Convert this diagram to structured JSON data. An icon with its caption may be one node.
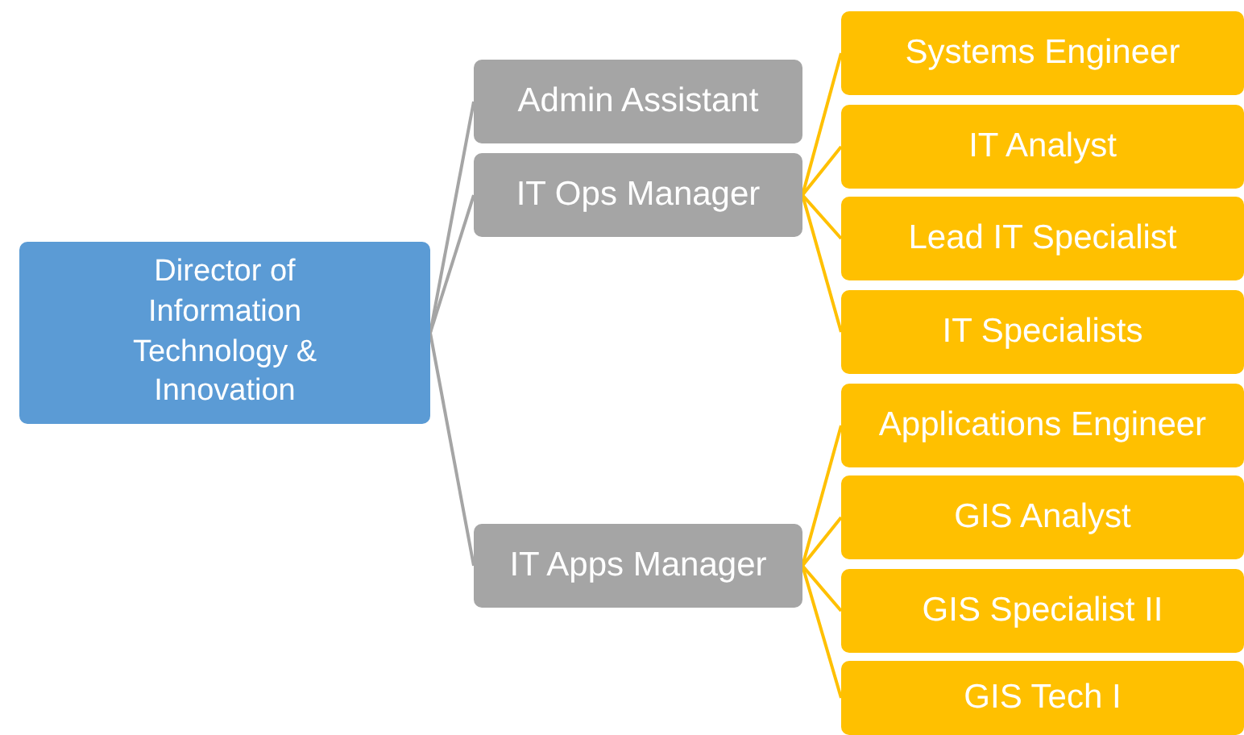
{
  "diagram": {
    "nodes": [
      {
        "text": [
          "Director of Information Technology & Innovation"
        ]
      },
      {
        "text": [
          "Admin Assistant"
        ]
      },
      {
        "text": [
          "IT Ops Manager"
        ]
      },
      {
        "text": [
          "IT Apps Manager"
        ]
      },
      {
        "text": [
          "Systems Engineer"
        ]
      },
      {
        "text": [
          "IT Analyst"
        ]
      },
      {
        "text": [
          "Lead IT Specialist"
        ]
      },
      {
        "text": [
          "IT Specialists"
        ]
      },
      {
        "text": [
          "Applications Engineer"
        ]
      },
      {
        "text": [
          "GIS Analyst"
        ]
      },
      {
        "text": [
          "GIS Specialist II"
        ]
      },
      {
        "text": [
          "GIS Tech I"
        ]
      }
    ],
    "edges": [
      {
        "from": 0,
        "to": 1,
        "arrow": "none",
        "color": "#a5a5a5"
      },
      {
        "from": 0,
        "to": 2,
        "arrow": "none",
        "color": "#a5a5a5"
      },
      {
        "from": 0,
        "to": 3,
        "arrow": "none",
        "color": "#a5a5a5"
      },
      {
        "from": 2,
        "to": 4,
        "arrow": "none"
      },
      {
        "from": 2,
        "to": 5,
        "arrow": "none"
      },
      {
        "from": 2,
        "to": 6,
        "arrow": "none"
      },
      {
        "from": 2,
        "to": 7,
        "arrow": "none"
      },
      {
        "from": 3,
        "to": 8,
        "arrow": "none"
      },
      {
        "from": 3,
        "to": 9,
        "arrow": "none"
      },
      {
        "from": 3,
        "to": 10,
        "arrow": "none"
      },
      {
        "from": 3,
        "to": 11,
        "arrow": "none"
      }
    ]
  }
}
